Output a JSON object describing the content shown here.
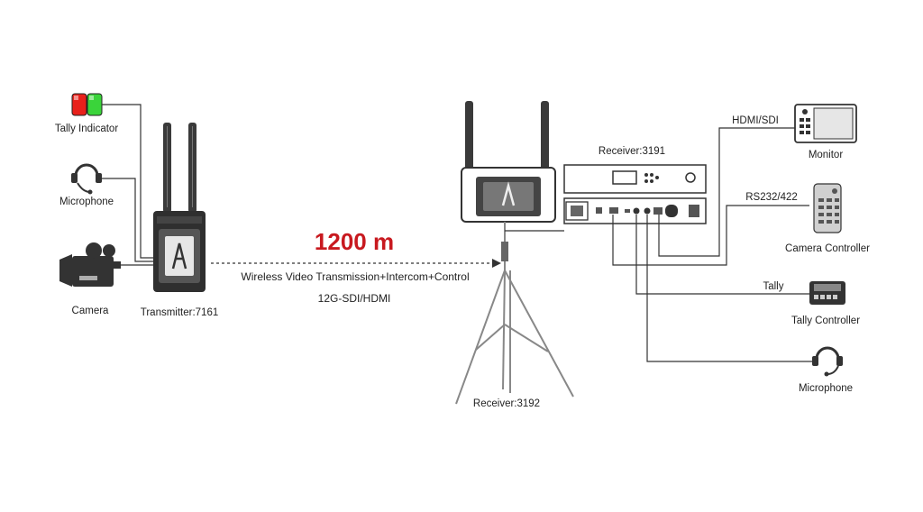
{
  "transmitter": {
    "tally_indicator_label": "Tally Indicator",
    "microphone_label": "Microphone",
    "camera_label": "Camera",
    "device_label": "Transmitter:7161"
  },
  "link": {
    "distance": "1200 m",
    "description": "Wireless Video Transmission+Intercom+Control",
    "interface": "12G-SDI/HDMI"
  },
  "receiver_stand": {
    "device_label": "Receiver:3192"
  },
  "receiver_rack": {
    "device_label": "Receiver:3191"
  },
  "outputs": {
    "monitor": {
      "connection": "HDMI/SDI",
      "label": "Monitor"
    },
    "camera_controller": {
      "connection": "RS232/422",
      "label": "Camera Controller"
    },
    "tally_controller": {
      "connection": "Tally",
      "label": "Tally Controller"
    },
    "microphone": {
      "label": "Microphone"
    }
  },
  "colors": {
    "tally_red": "#e8211b",
    "tally_green": "#3ad43a",
    "distance_red": "#c8191f",
    "device_dark": "#2f2f2f",
    "line": "#333333"
  }
}
